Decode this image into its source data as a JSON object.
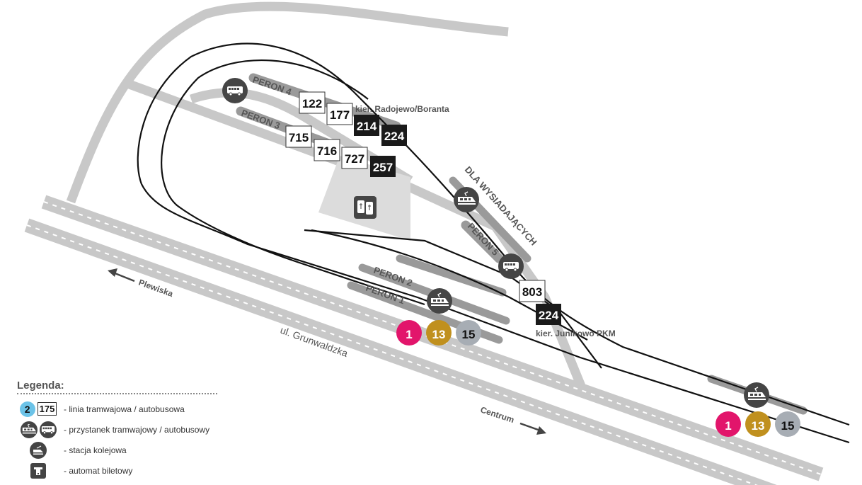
{
  "colors": {
    "road": "#c8c8c8",
    "platform": "#9a9a9a",
    "track": "#111111",
    "stop_icon": "#454545",
    "line_1": "#e2156b",
    "line_13": "#c0901e",
    "line_15": "#a7adb4",
    "legend_tram_line": "#6cc3e8",
    "bus_line_bg": "#ffffff",
    "night_bus_bg": "#1a1a1a"
  },
  "platforms": {
    "peron1": "PERON 1",
    "peron2": "PERON 2",
    "peron3": "PERON 3",
    "peron4": "PERON 4",
    "peron5": "PERON 5",
    "dla_wysiadajacych": "DLA WYSIADAJĄCYCH"
  },
  "bus_lines": {
    "peron4": [
      "122",
      "177",
      "214",
      "224"
    ],
    "peron3": [
      "715",
      "716",
      "727",
      "257"
    ],
    "peron5": [
      "803",
      "224"
    ]
  },
  "directions": {
    "peron4": "kier. Radojewo/Boranta",
    "peron5": "kier. Junikowo PKM"
  },
  "tram_lines": {
    "main_stop": [
      "1",
      "13",
      "15"
    ],
    "east_stop": [
      "1",
      "13",
      "15"
    ]
  },
  "streets": {
    "grunwaldzka": "ul. Grunwaldzka",
    "plewiska": "Plewiska",
    "centrum": "Centrum"
  },
  "icons": {
    "bus_stop": "bus-stop-icon",
    "tram_stop": "tram-stop-icon",
    "cemetery": "cemetery-icon",
    "train_station": "train-station-icon",
    "ticket_machine": "ticket-machine-icon"
  },
  "legend": {
    "title": "Legenda:",
    "sample_tram_line": "2",
    "sample_bus_line": "175",
    "items": [
      {
        "text": "- linia tramwajowa / autobusowa"
      },
      {
        "text": "- przystanek tramwajowy / autobusowy"
      },
      {
        "text": "- stacja kolejowa"
      },
      {
        "text": "- automat biletowy"
      }
    ]
  }
}
